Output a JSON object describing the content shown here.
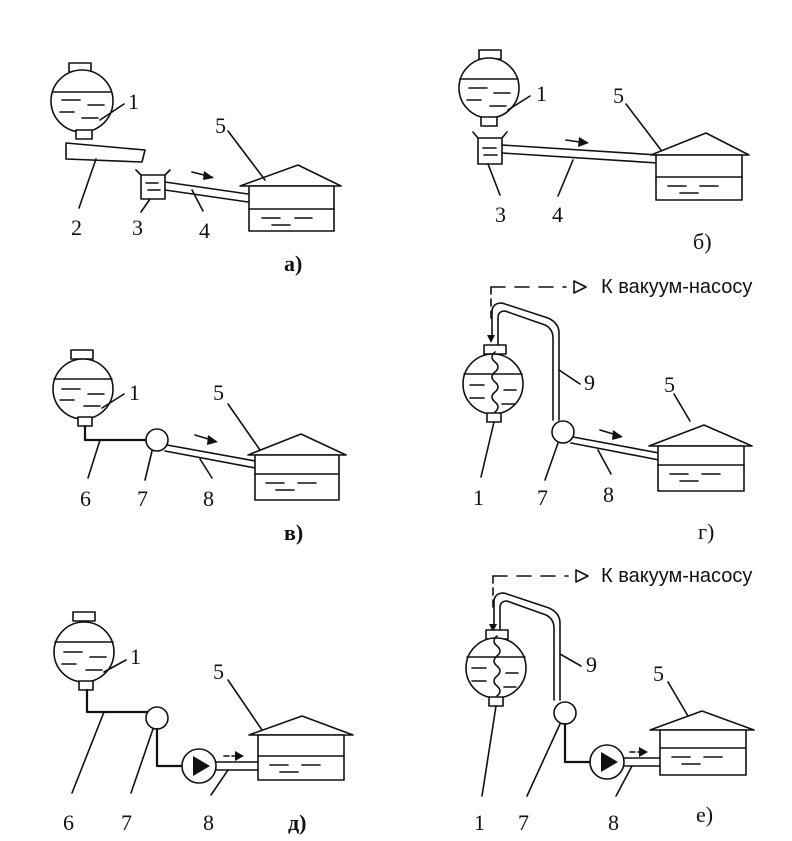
{
  "panels": {
    "a": {
      "caption": "а)",
      "n1": "1",
      "n2": "2",
      "n3": "3",
      "n4": "4",
      "n5": "5"
    },
    "b": {
      "caption": "б)",
      "n1": "1",
      "n3": "3",
      "n4": "4",
      "n5": "5"
    },
    "v": {
      "caption": "в)",
      "n1": "1",
      "n5": "5",
      "n6": "6",
      "n7": "7",
      "n8": "8"
    },
    "g": {
      "caption": "г)",
      "vacuum": "К вакуум-насосу",
      "n1": "1",
      "n5": "5",
      "n7": "7",
      "n8": "8",
      "n9": "9"
    },
    "d": {
      "caption": "д)",
      "n1": "1",
      "n5": "5",
      "n6": "6",
      "n7": "7",
      "n8": "8"
    },
    "e": {
      "caption": "е)",
      "vacuum": "К вакуум-насосу",
      "n1": "1",
      "n5": "5",
      "n7": "7",
      "n8": "8",
      "n9": "9"
    }
  }
}
